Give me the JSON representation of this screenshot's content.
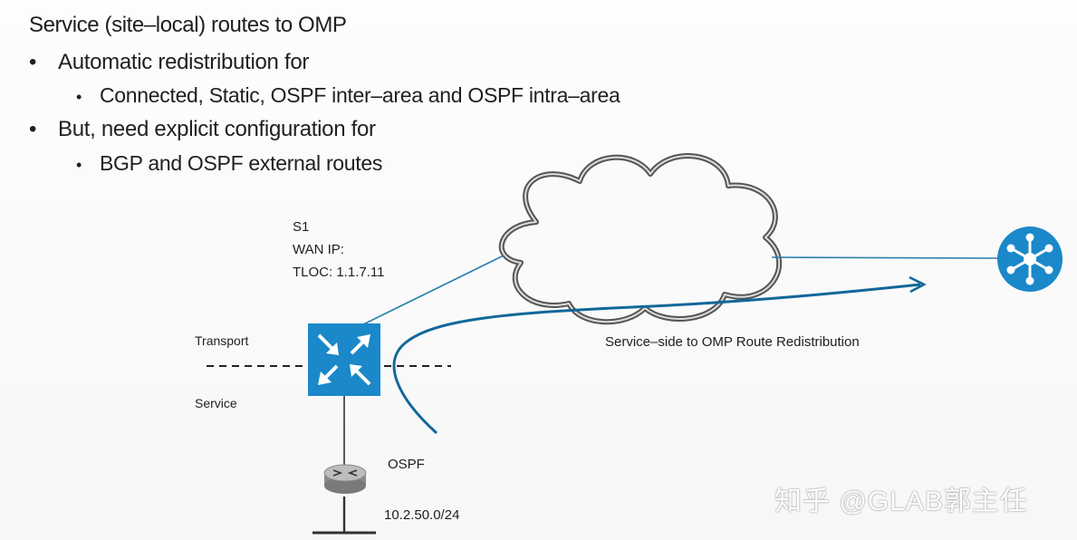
{
  "slide": {
    "title": "Service (site–local) routes to OMP",
    "bullets": [
      {
        "text": "Automatic redistribution for",
        "sub": "Connected, Static, OSPF inter–area and OSPF intra–area"
      },
      {
        "text": "But, need explicit configuration for",
        "sub": "BGP and OSPF external routes"
      }
    ]
  },
  "diagram": {
    "s1_name": "S1",
    "s1_wan_ip": "WAN IP:",
    "s1_tloc": "TLOC: 1.1.7.11",
    "transport_label": "Transport",
    "service_label": "Service",
    "ospf_label": "OSPF",
    "subnet_label": "10.2.50.0/24",
    "arrow_label": "Service–side to OMP Route Redistribution",
    "colors": {
      "router_blue": "#1a88c9",
      "link": "#2a7fae",
      "arrow": "#12679a",
      "cloud": "#555555"
    },
    "icons": [
      "cloud-icon",
      "vedge-router-icon",
      "ospf-router-icon",
      "vsmart-hub-icon"
    ]
  },
  "watermark": "知乎 @GLAB郭主任"
}
